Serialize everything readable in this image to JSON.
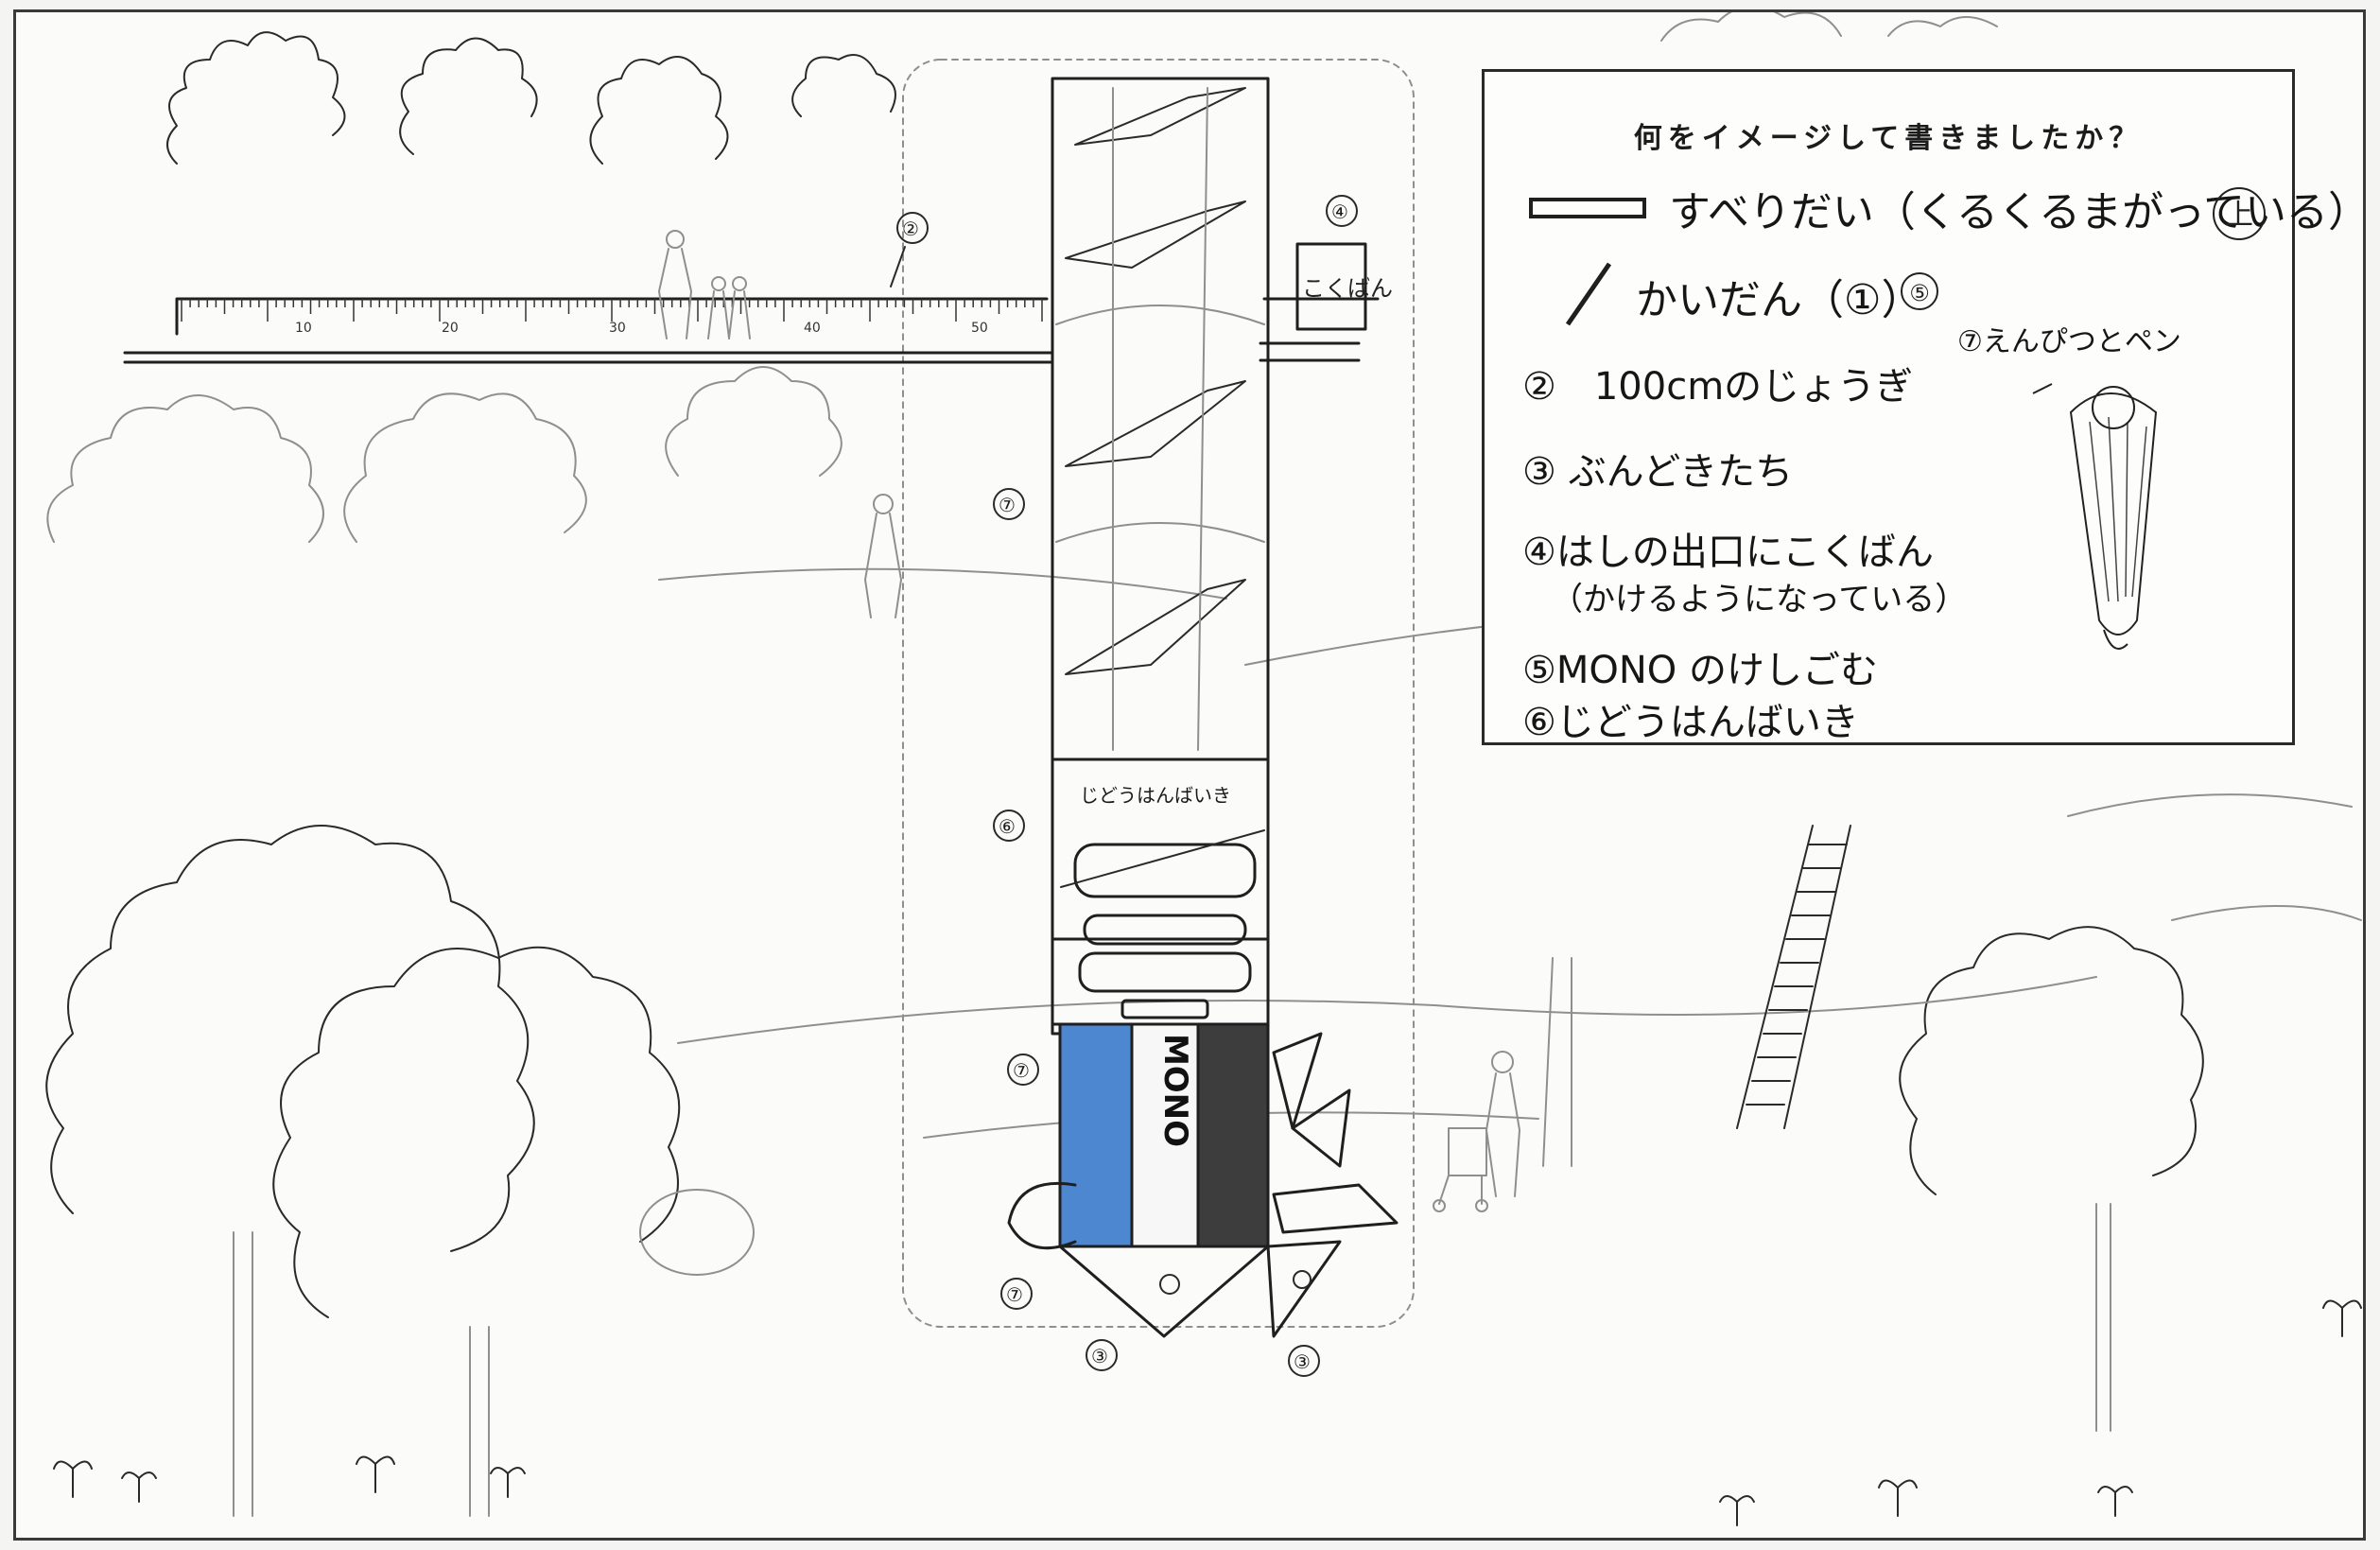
{
  "legend": {
    "title": "何をイメージして書きましたか？",
    "items": [
      {
        "label": "すべりだい（くるくるまがっている）",
        "badge": "上"
      },
      {
        "label": "かいだん（①）",
        "badge": "⑤"
      },
      {
        "label": "②　100cmのじょうぎ"
      },
      {
        "label": "③ ぶんどきたち"
      },
      {
        "label": "④はしの出口にこくばん"
      },
      {
        "label": "（かけるようになっている）"
      },
      {
        "label": "⑤MONO のけしごむ"
      },
      {
        "label": "⑥じどうはんばいき"
      },
      {
        "label": "⑦えんぴつとペン"
      }
    ]
  },
  "drawing": {
    "ruler_numbers": [
      "10",
      "20",
      "30",
      "40",
      "50"
    ],
    "sign_text": "こくばん",
    "eraser_brand": "MONO",
    "vending_label": "じどうはんばいき",
    "callouts": [
      "②",
      "④",
      "⑦",
      "⑥",
      "⑦",
      "⑦",
      "③",
      "③"
    ]
  }
}
